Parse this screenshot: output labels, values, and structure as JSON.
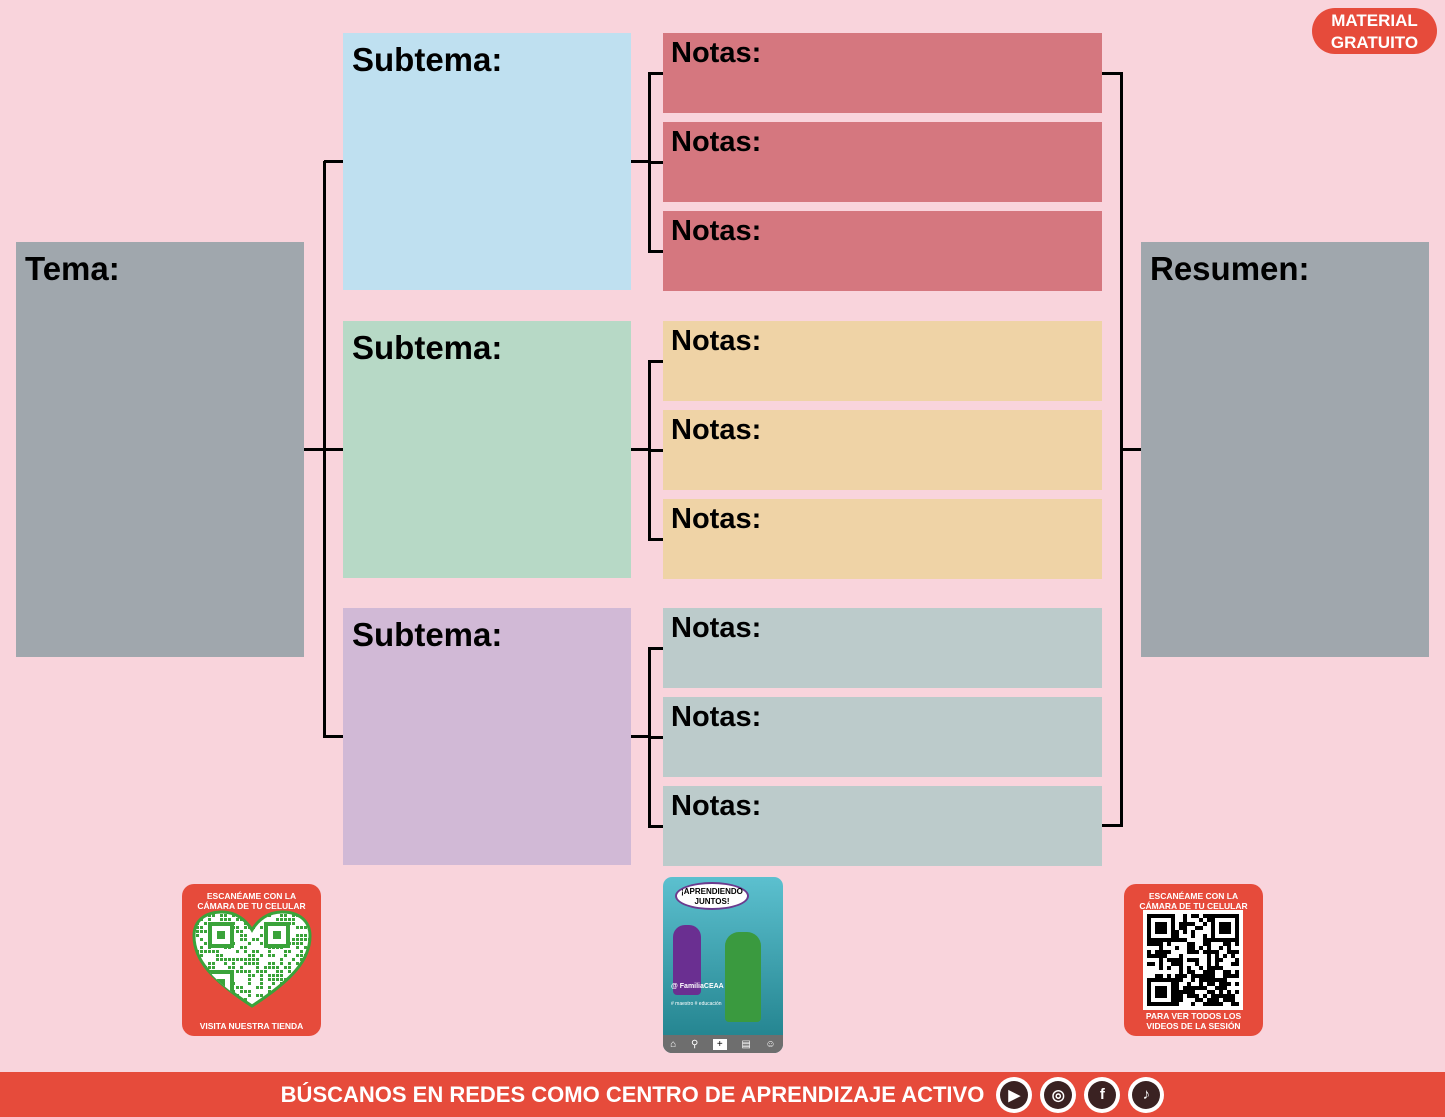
{
  "badge": {
    "line1": "MATERIAL",
    "line2": "GRATUITO"
  },
  "tema": {
    "label": "Tema:",
    "color": "#a0a7ad"
  },
  "resumen": {
    "label": "Resumen:",
    "color": "#a0a7ad"
  },
  "subtemas": [
    {
      "label": "Subtema:",
      "color": "#bfe0f0",
      "note_color": "#d5777f",
      "notes": [
        "Notas:",
        "Notas:",
        "Notas:"
      ]
    },
    {
      "label": "Subtema:",
      "color": "#b7d9c6",
      "note_color": "#efd3a6",
      "notes": [
        "Notas:",
        "Notas:",
        "Notas:"
      ]
    },
    {
      "label": "Subtema:",
      "color": "#d1b9d6",
      "note_color": "#bccbcb",
      "notes": [
        "Notas:",
        "Notas:",
        "Notas:"
      ]
    }
  ],
  "qr_left": {
    "top": "ESCANÉAME CON LA CÁMARA DE TU CELULAR",
    "bottom": "VISITA NUESTRA TIENDA"
  },
  "qr_right": {
    "top": "ESCANÉAME CON LA CÁMARA DE TU CELULAR",
    "bottom": "PARA VER TODOS LOS VIDEOS DE LA SESIÓN"
  },
  "phone": {
    "bubble": "¡APRENDIENDO JUNTOS!",
    "user": "@ FamiliaCEAA",
    "tags": "# maestro # educación"
  },
  "footer": {
    "text": "BÚSCANOS EN REDES COMO CENTRO DE APRENDIZAJE ACTIVO",
    "icons": [
      "youtube-icon",
      "instagram-icon",
      "facebook-icon",
      "tiktok-icon"
    ]
  },
  "accent": "#e64b3b"
}
